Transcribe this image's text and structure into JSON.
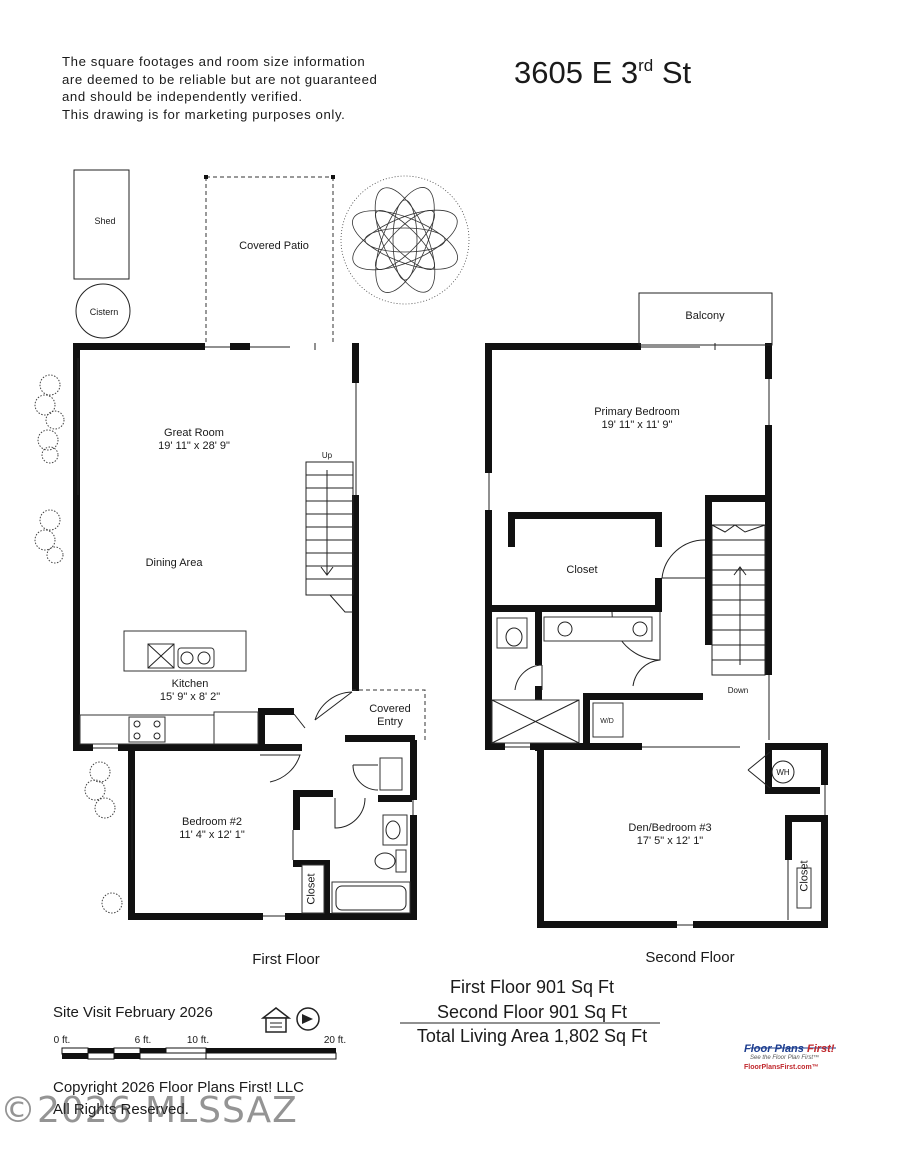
{
  "disclaimer": {
    "line1": "The square footages and room size information",
    "line2": "are deemed to be reliable but are not guaranteed",
    "line3": "and should be independently verified.",
    "line4": "This drawing is for marketing purposes only."
  },
  "address": {
    "main": "3605 E 3",
    "sup": "rd",
    "suffix": " St"
  },
  "first_floor": {
    "label": "First Floor",
    "shed": "Shed",
    "cistern": "Cistern",
    "covered_patio": "Covered Patio",
    "great_room": {
      "name": "Great Room",
      "size": "19' 11\" x 28' 9\""
    },
    "up": "Up",
    "dining_area": "Dining Area",
    "kitchen": {
      "name": "Kitchen",
      "size": "15' 9\" x 8' 2\""
    },
    "covered_entry_1": "Covered",
    "covered_entry_2": "Entry",
    "bedroom2": {
      "name": "Bedroom #2",
      "size": "11' 4\" x 12' 1\""
    },
    "closet": "Closet"
  },
  "second_floor": {
    "label": "Second Floor",
    "balcony": "Balcony",
    "primary_bedroom": {
      "name": "Primary Bedroom",
      "size": "19' 11\" x 11' 9\""
    },
    "closet": "Closet",
    "down": "Down",
    "wd": "W/D",
    "wh": "WH",
    "den": {
      "name": "Den/Bedroom #3",
      "size": "17' 5\" x 12' 1\""
    },
    "den_closet": "Closet"
  },
  "area": {
    "first": "First Floor 901 Sq Ft",
    "second": "Second Floor 901 Sq Ft",
    "total": "Total Living Area 1,802 Sq Ft"
  },
  "site_visit": "Site Visit February 2026",
  "scale": {
    "t0": "0 ft.",
    "t6": "6 ft.",
    "t10": "10 ft.",
    "t20": "20 ft."
  },
  "copyright": {
    "line1": "Copyright 2026 Floor Plans First! LLC",
    "line2": "All Rights Reserved."
  },
  "watermark": "©2026 MLSSAZ",
  "logo": {
    "name_a": "Floor Plans ",
    "name_b": "First!",
    "tagline": "See the Floor Plan First™",
    "url": "FloorPlansFirst.com™",
    "brand_blue": "#1c3d8f",
    "brand_red": "#c0282d"
  },
  "icons": [
    "equal-housing-icon",
    "accessibility-icon",
    "tree-icon",
    "shrub-icon"
  ]
}
